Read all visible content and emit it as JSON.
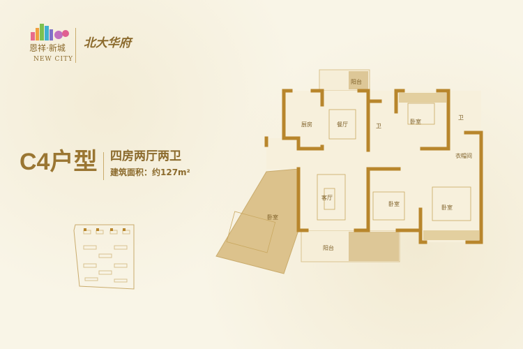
{
  "brand": {
    "logo1_name": "恩祥·新城",
    "logo1_en": "NEW CITY",
    "logo2_name": "北大华府"
  },
  "unit": {
    "type_title": "C4户型",
    "rooms": "四房两厅两卫",
    "area_label": "建筑面积：约127m²"
  },
  "rooms": {
    "balcony_top": "阳台",
    "kitchen": "厨房",
    "dining": "餐厅",
    "bath1": "卫",
    "bedroom_top": "卧室",
    "bath2": "卫",
    "cloakroom": "衣帽间",
    "living": "客厅",
    "bedroom_mid": "卧室",
    "bedroom_right": "卧室",
    "bedroom_slant": "卧室",
    "balcony_bottom": "阳台"
  },
  "colors": {
    "wall": "#b8862c",
    "floor": "#f5edd6",
    "slant_floor": "#dcc28c",
    "text": "#8b6a2c"
  }
}
